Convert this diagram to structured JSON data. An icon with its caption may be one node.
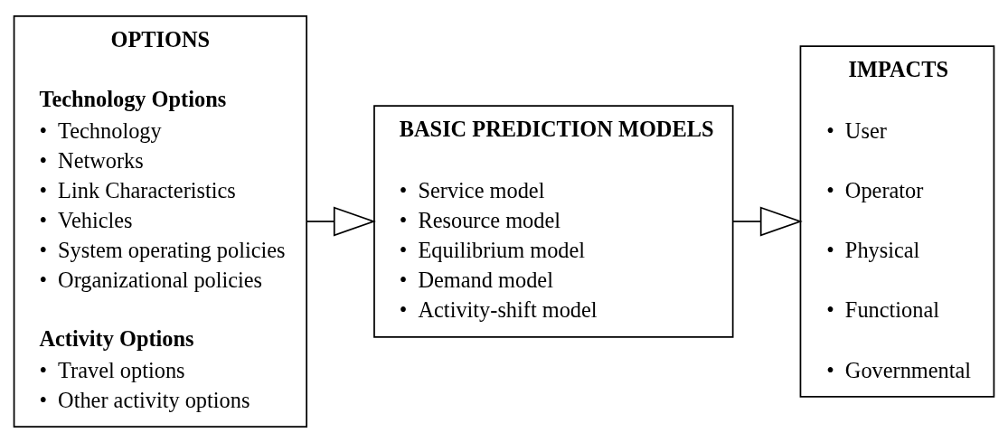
{
  "diagram": {
    "nodes": [
      {
        "text": [
          "OPTIONS",
          "Technology Options",
          "•  Technology",
          "•  Networks",
          "•  Link Characteristics",
          "•  Vehicles",
          "•  System operating policies",
          "•  Organizational policies",
          "Activity Options",
          "•  Travel options",
          "•  Other activity options"
        ]
      },
      {
        "text": [
          "BASIC PREDICTION MODELS",
          "•  Service model",
          "•  Resource model",
          "•  Equilibrium model",
          "•  Demand model",
          "•  Activity-shift model"
        ]
      },
      {
        "text": [
          "IMPACTS",
          "•  User",
          "•  Operator",
          "•  Physical",
          "•  Functional",
          "•  Governmental"
        ]
      }
    ],
    "edges": [
      {
        "from": 0,
        "to": 1,
        "arrow": "to"
      },
      {
        "from": 1,
        "to": 2,
        "arrow": "to"
      }
    ]
  }
}
